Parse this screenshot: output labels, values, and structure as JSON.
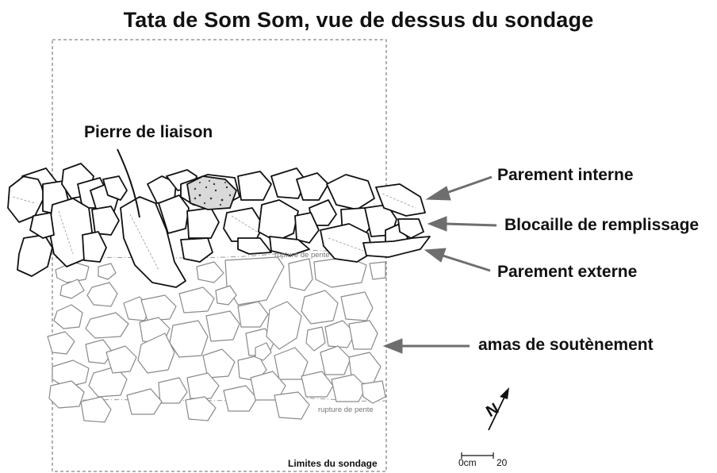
{
  "title": "Tata de Som Som, vue de dessus du sondage",
  "labels": {
    "pierre_de_liaison": "Pierre de liaison",
    "parement_interne": "Parement interne",
    "blocaille": "Blocaille de remplissage",
    "parement_externe": "Parement externe",
    "amas": "amas de soutènement"
  },
  "slope_labels": {
    "top": "rupture de pente",
    "bottom": "rupture de pente"
  },
  "limits_label": "Limites du sondage",
  "scale": {
    "zero": "0cm",
    "value": "20"
  },
  "north_letter": "N",
  "colors": {
    "wall_stone": "#222222",
    "wall_stroke": "#111111",
    "slope_stone": "#999999",
    "arrow": "#6e6e6e",
    "frame": "#888888",
    "rubble_fill": "#cfcfcf"
  }
}
